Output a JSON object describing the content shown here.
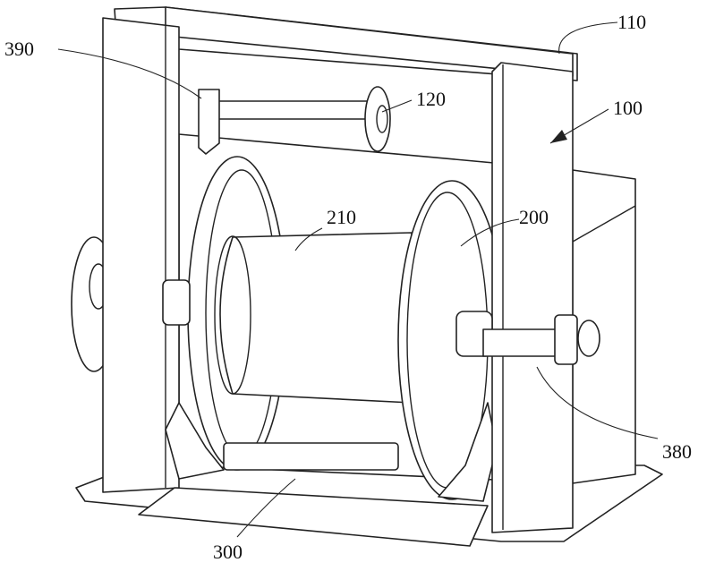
{
  "figure": {
    "labels": {
      "frame_top_beam": "110",
      "frame": "100",
      "guide_pulley": "120",
      "pulley_bracket": "390",
      "drum_core": "210",
      "reel": "200",
      "axle_coupling": "380",
      "base_tray": "300"
    }
  }
}
